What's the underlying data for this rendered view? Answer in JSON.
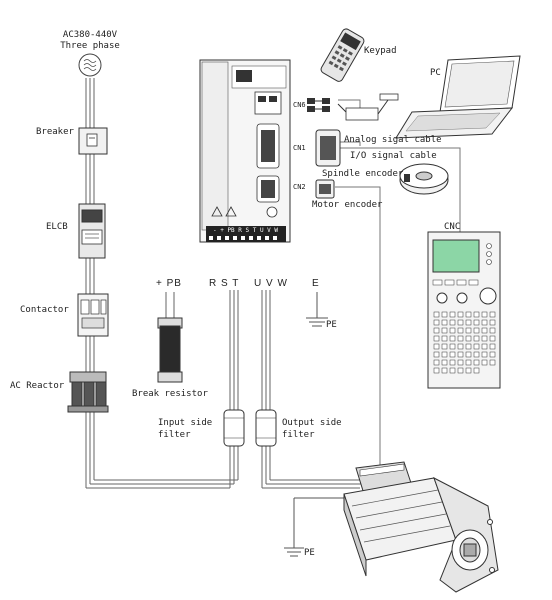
{
  "power": {
    "supply_line1": "AC380-440V",
    "supply_line2": "Three phase"
  },
  "components": {
    "breaker": "Breaker",
    "elcb": "ELCB",
    "contactor": "Contactor",
    "ac_reactor": "AC Reactor",
    "break_resistor": "Break resistor",
    "input_filter_line1": "Input side",
    "input_filter_line2": "filter",
    "output_filter_line1": "Output side",
    "output_filter_line2": "filter"
  },
  "terminals": {
    "pb": "+ PB",
    "rst": "R S T",
    "uvw": "U V W",
    "e": "E",
    "pe": "PE",
    "pe_motor": "PE"
  },
  "ports": {
    "cn6": "CN6",
    "cn1": "CN1",
    "cn2": "CN2"
  },
  "peripherals": {
    "keypad": "Keypad",
    "pc": "PC",
    "analog_cable": "Analog sigal cable",
    "io_cable": "I/O signal cable",
    "spindle_encoder": "Spindle encoder",
    "motor_encoder": "Motor encoder",
    "cnc": "CNC"
  },
  "drive_terminal_strip": "- + PB R S T U V W",
  "colors": {
    "line": "#555555",
    "outline": "#333333",
    "fill_light": "#f2f2f2",
    "fill_dark": "#2a2a2a",
    "screen": "#8cd6a6"
  }
}
